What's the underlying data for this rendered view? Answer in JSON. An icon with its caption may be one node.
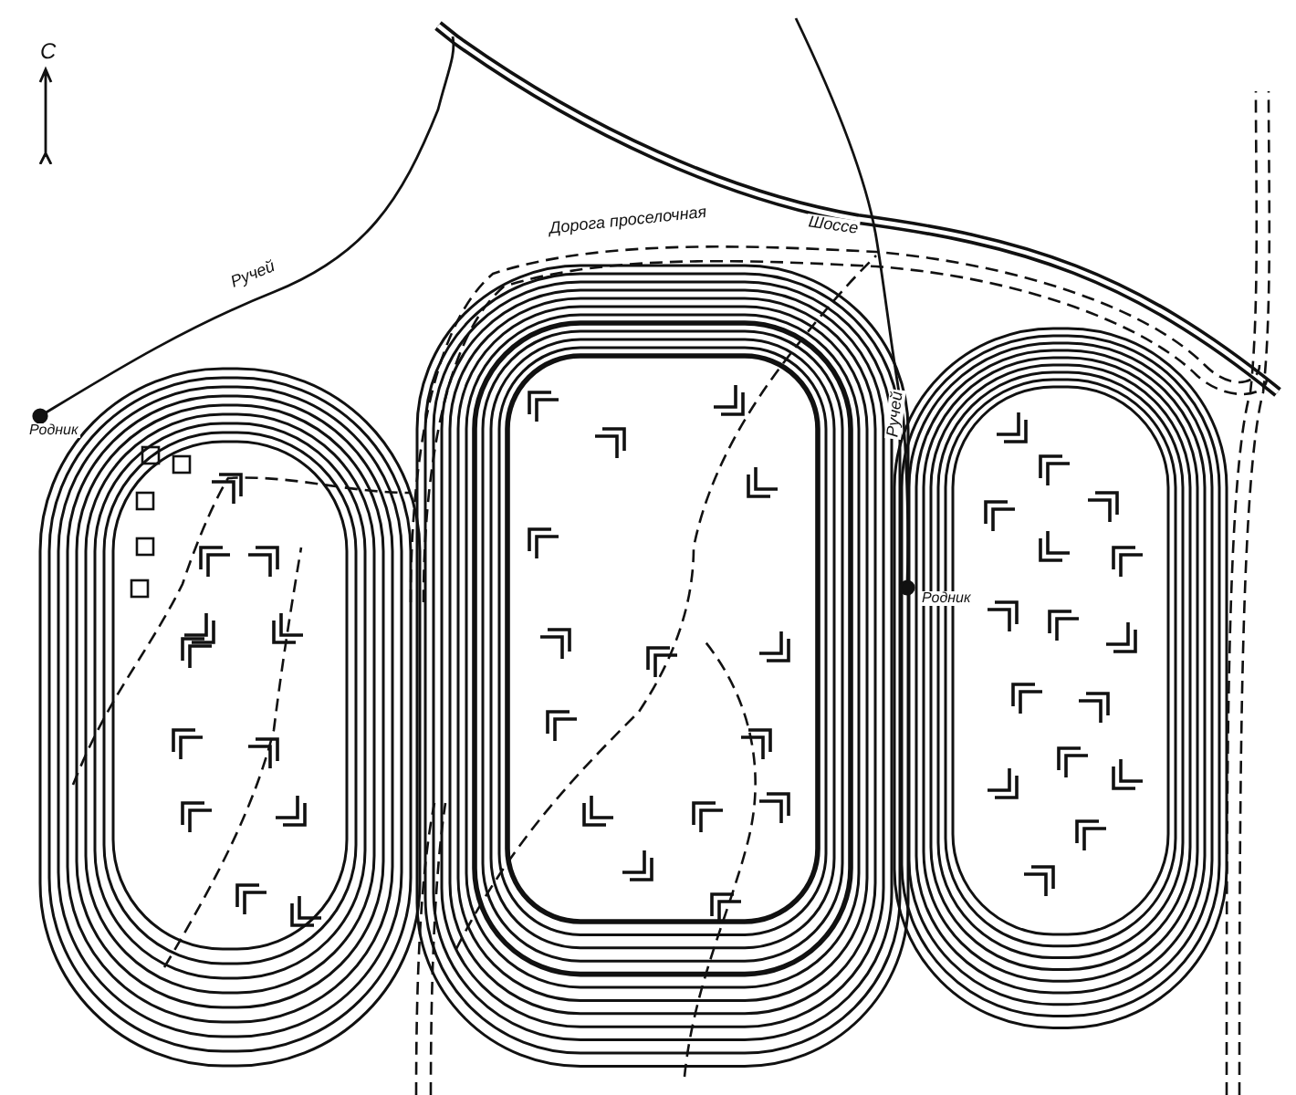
{
  "diagram": {
    "labels": [
      "С",
      "Ручей",
      "Дорога проселочная",
      "Шоссе",
      "Родник",
      "Ручей",
      "Родник"
    ]
  }
}
